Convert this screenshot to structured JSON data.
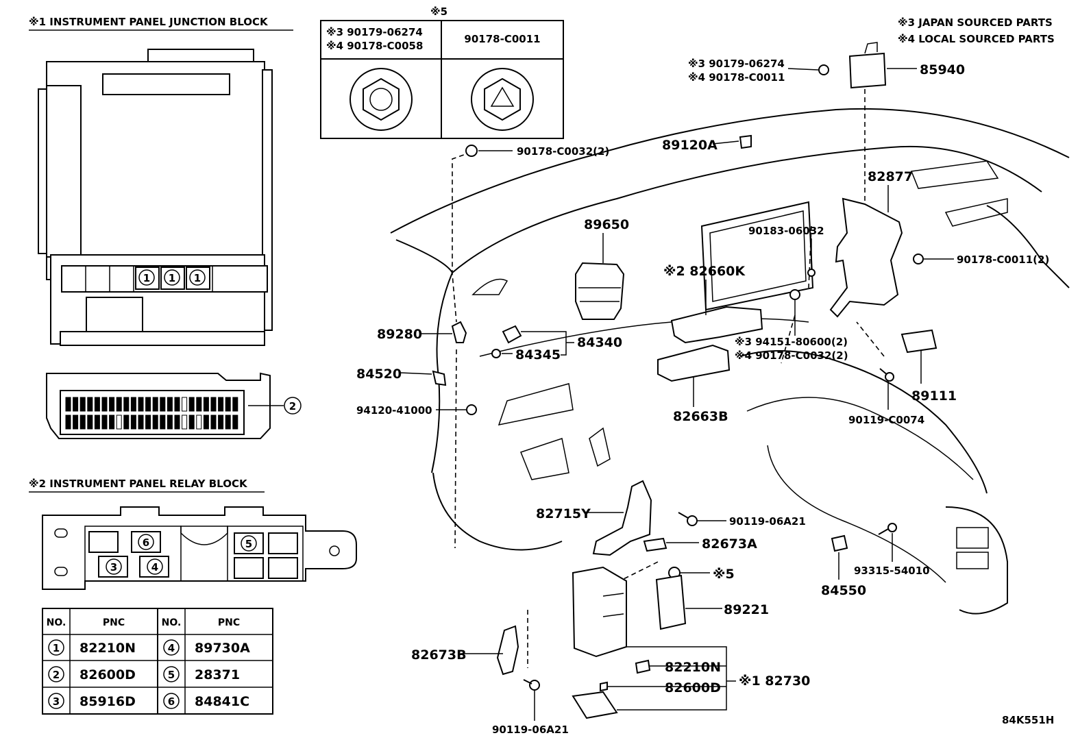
{
  "notes": {
    "n1": "※1 INSTRUMENT PANEL JUNCTION BLOCK",
    "n2": "※2 INSTRUMENT PANEL RELAY BLOCK",
    "n3": "※3 JAPAN SOURCED PARTS",
    "n4": "※4 LOCAL SOURCED PARTS",
    "n5": "※5"
  },
  "nut_box": {
    "left_line1": "※3 90179-06274",
    "left_line2": "※4 90178-C0058",
    "right_label": "90178-C0011"
  },
  "callouts": {
    "c85940": "85940",
    "c85940_alt1": "※3 90179-06274",
    "c85940_alt2": "※4 90178-C0011",
    "c89120A": "89120A",
    "c90178_C0032": "90178-C0032(2)",
    "c82877": "82877",
    "c90178_C0011_2": "90178-C0011(2)",
    "c89650": "89650",
    "c90183_06032": "90183-06032",
    "c82660K": "※2 82660K",
    "c89280": "89280",
    "c84340": "84340",
    "c84345": "84345",
    "c94151": "※3 94151-80600(2)",
    "c90178_C0032b": "※4 90178-C0032(2)",
    "c84520": "84520",
    "c94120": "94120-41000",
    "c82663B": "82663B",
    "c89111": "89111",
    "c90119_C0074": "90119-C0074",
    "c82715Y": "82715Y",
    "c90119_06A21a": "90119-06A21",
    "c82673A": "82673A",
    "c5": "※5",
    "c93315": "93315-54010",
    "c84550": "84550",
    "c89221": "89221",
    "c82673B": "82673B",
    "c82210N": "82210N",
    "c82600D": "82600D",
    "c82730": "※1 82730",
    "c90119_06A21b": "90119-06A21"
  },
  "junction_block": {
    "fuse_mark": "1",
    "connector_mark": "2"
  },
  "relay_block": {
    "r6": "6",
    "r5": "5",
    "r3": "3",
    "r4": "4"
  },
  "pnc_table": {
    "headers": [
      "NO.",
      "PNC",
      "NO.",
      "PNC"
    ],
    "rows": [
      {
        "no1": "1",
        "pnc1": "82210N",
        "no2": "4",
        "pnc2": "89730A"
      },
      {
        "no1": "2",
        "pnc1": "82600D",
        "no2": "5",
        "pnc2": "28371"
      },
      {
        "no1": "3",
        "pnc1": "85916D",
        "no2": "6",
        "pnc2": "84841C"
      }
    ]
  },
  "diagram_id": "84K551H"
}
